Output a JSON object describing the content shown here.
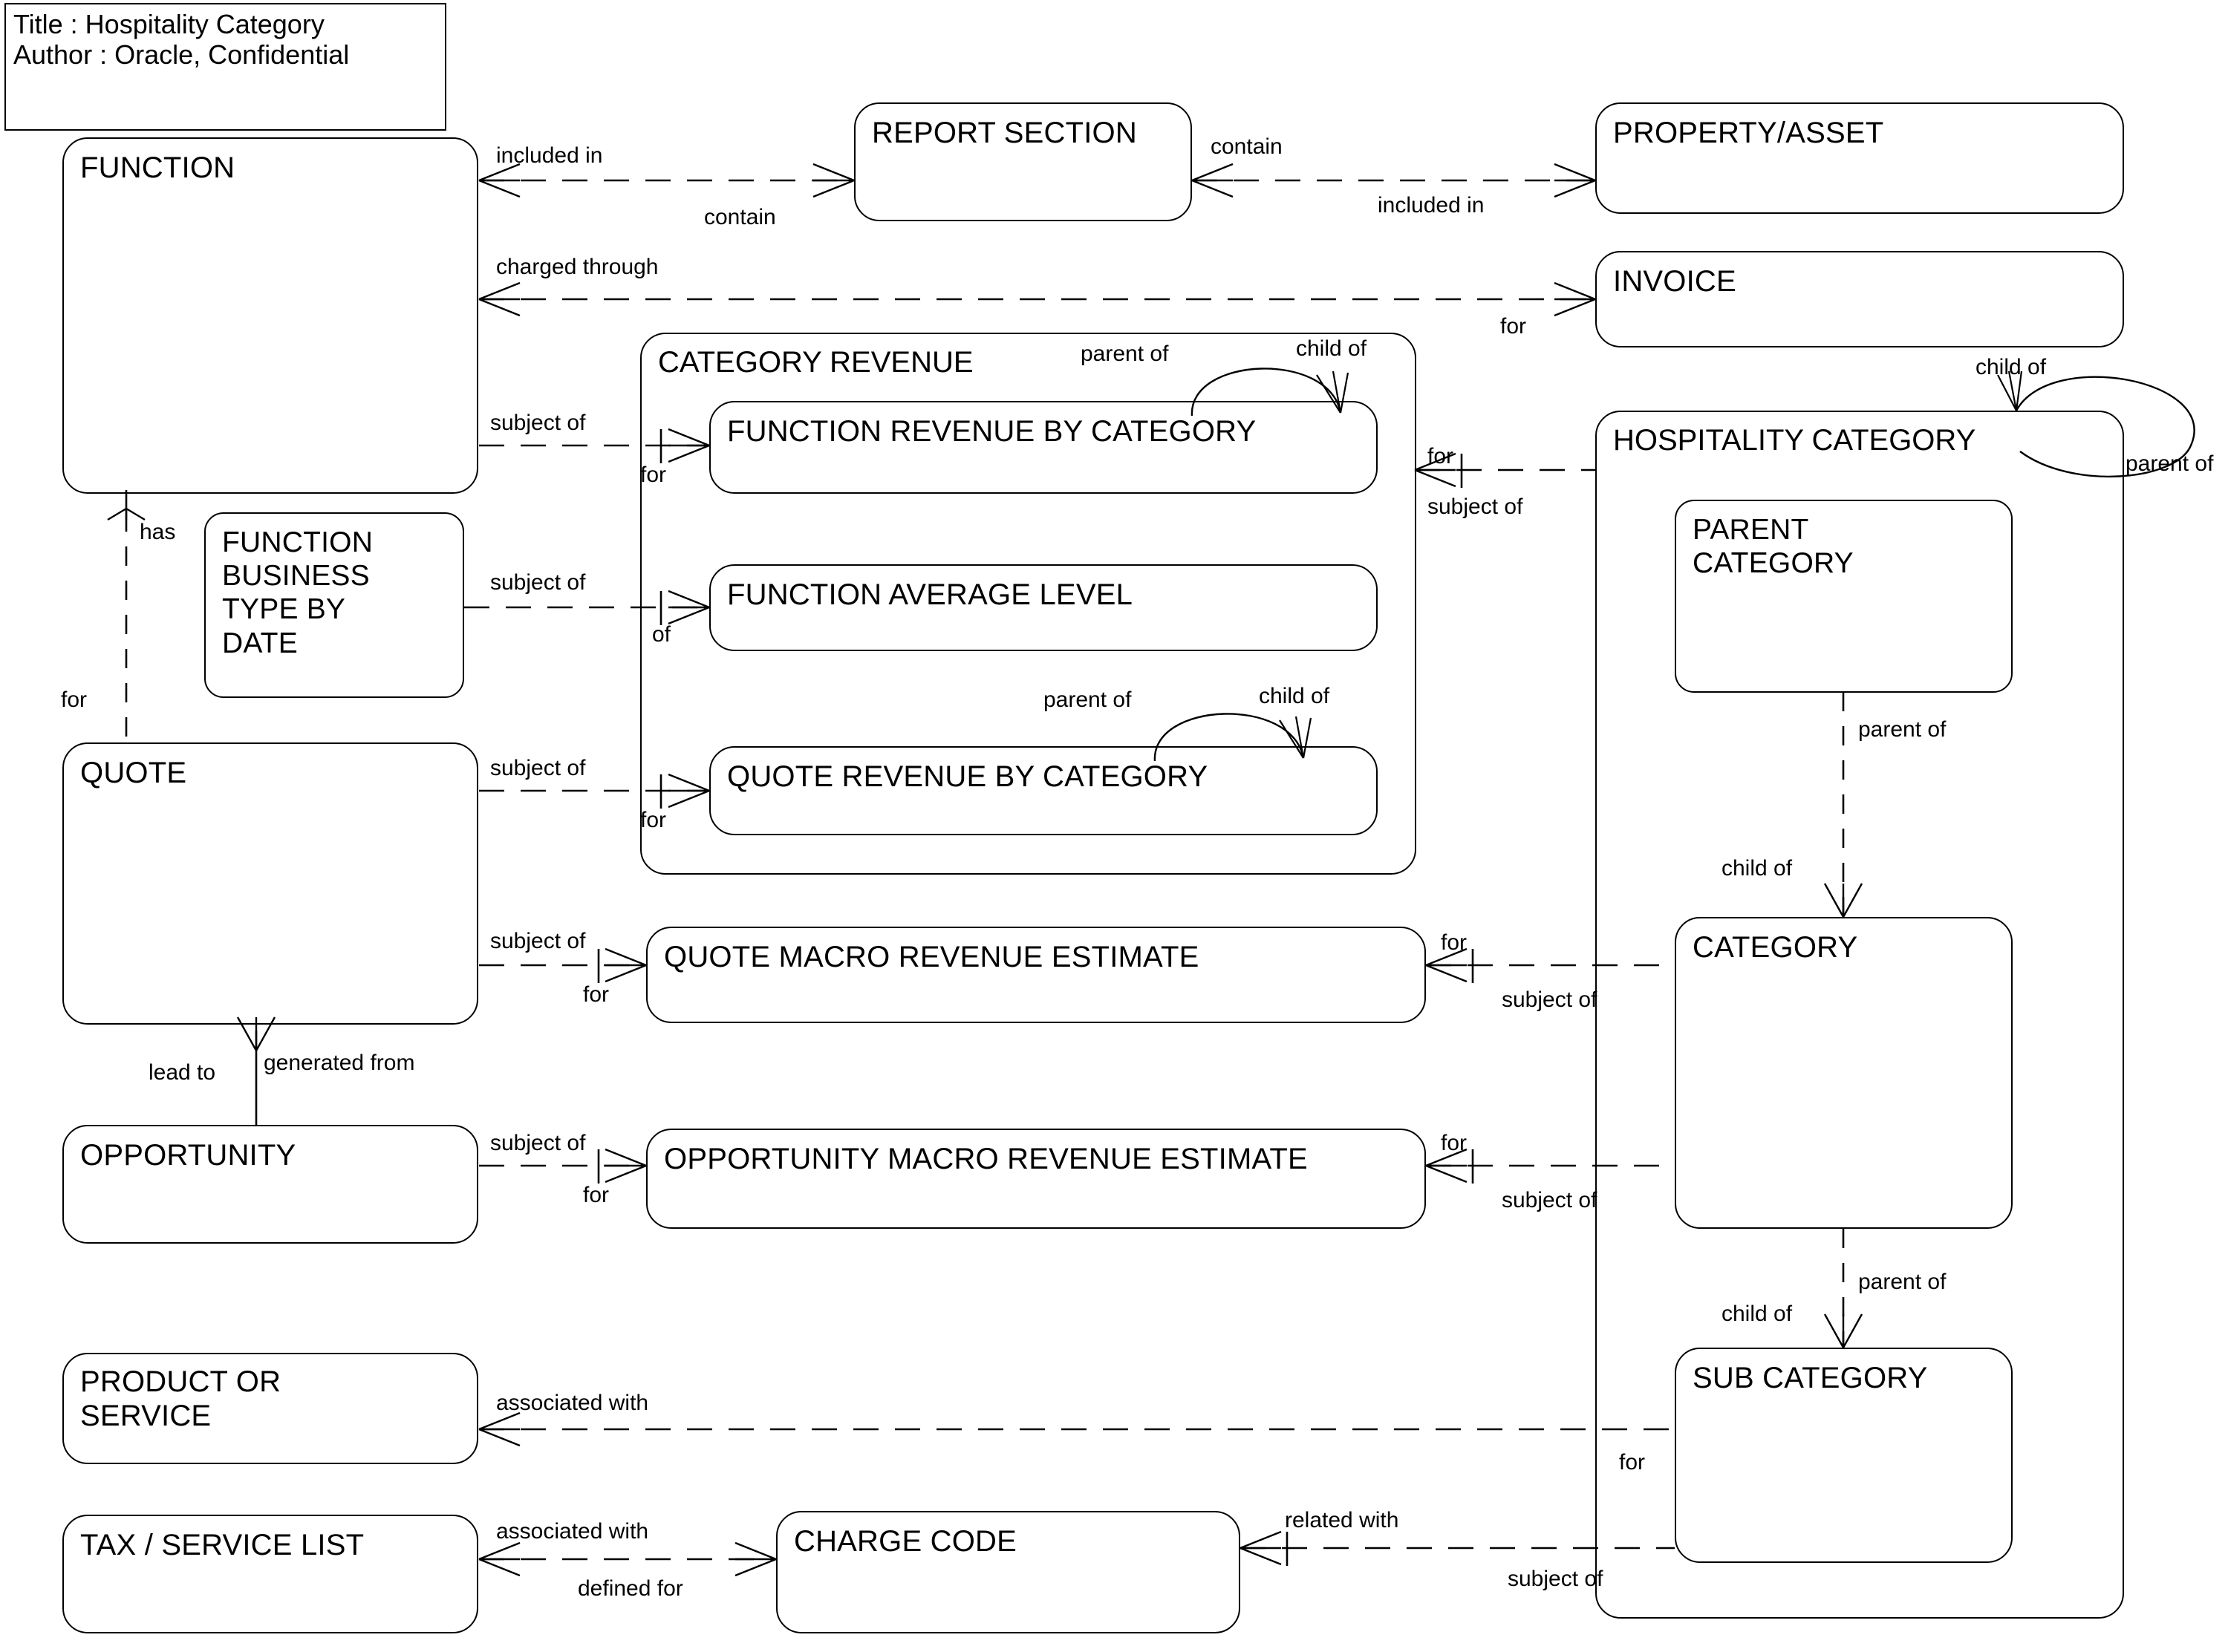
{
  "diagram": {
    "title_block": "Title : Hospitality Category\nAuthor : Oracle, Confidential",
    "background": "#ffffff",
    "line_color": "#000000"
  },
  "entities": {
    "function": "FUNCTION",
    "report_section": "REPORT SECTION",
    "property_asset": "PROPERTY/ASSET",
    "invoice": "INVOICE",
    "category_revenue": "CATEGORY REVENUE",
    "function_revenue_by_category": "FUNCTION REVENUE BY CATEGORY",
    "function_average_level": "FUNCTION AVERAGE LEVEL",
    "quote_revenue_by_category": "QUOTE REVENUE BY CATEGORY",
    "function_business_type_by_date": "FUNCTION\nBUSINESS\nTYPE BY\nDATE",
    "quote": "QUOTE",
    "quote_macro_revenue_estimate": "QUOTE MACRO REVENUE ESTIMATE",
    "opportunity": "OPPORTUNITY",
    "opportunity_macro_revenue_estimate": "OPPORTUNITY MACRO REVENUE ESTIMATE",
    "product_or_service": "PRODUCT OR\nSERVICE",
    "tax_service_list": "TAX / SERVICE LIST",
    "charge_code": "CHARGE CODE",
    "hospitality_category": "HOSPITALITY CATEGORY",
    "parent_category": "PARENT\nCATEGORY",
    "category": "CATEGORY",
    "sub_category": "SUB CATEGORY"
  },
  "relationship_labels": {
    "function_reportsection_top": "included in",
    "function_reportsection_bottom": "contain",
    "reportsection_property_top": "contain",
    "reportsection_property_bottom": "included in",
    "function_invoice_top": "charged through",
    "function_invoice_bottom": "for",
    "function_frbc_top": "subject of",
    "function_frbc_bottom": "for",
    "frbc_parent_of": "parent of",
    "frbc_child_of": "child of",
    "catrev_hosp_top": "for",
    "catrev_hosp_bottom": "subject of",
    "hosp_child_of": "child of",
    "hosp_parent_of": "parent of",
    "fbtd_fal_top": "subject of",
    "fbtd_fal_bottom": "of",
    "function_fbtd_has": "has",
    "function_quote_for": "for",
    "quote_qrbc_top": "subject of",
    "quote_qrbc_bottom": "for",
    "qrbc_parent_of": "parent of",
    "qrbc_child_of": "child of",
    "parent_category_parent_of": "parent of",
    "category_child_of": "child of",
    "quote_qmre_top": "subject of",
    "quote_qmre_bottom": "for",
    "qmre_category_top": "for",
    "qmre_category_bottom": "subject of",
    "quote_opportunity_lead_to": "lead to",
    "quote_opportunity_generated_from": "generated from",
    "opportunity_omre_top": "subject of",
    "opportunity_omre_bottom": "for",
    "omre_category_top": "for",
    "omre_category_bottom": "subject of",
    "category_parent_of": "parent of",
    "subcategory_child_of": "child of",
    "product_subcategory": "associated with",
    "subcategory_for": "for",
    "tax_chargecode_top": "associated with",
    "tax_chargecode_bottom": "defined for",
    "chargecode_subcategory_top": "related with",
    "chargecode_subcategory_bottom": "subject of"
  }
}
